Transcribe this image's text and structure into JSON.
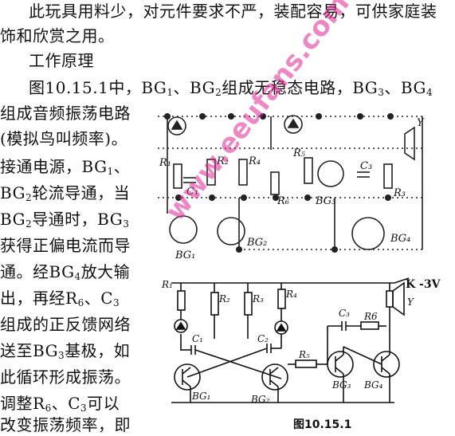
{
  "text": {
    "l1": "此玩具用料少，对元件要求不严，装配容易，可供家庭装",
    "l2": "饰和欣赏之用。",
    "heading": "工作原理",
    "l4a": "图10.15.1中，BG",
    "l4b": "、BG",
    "l4c": "组成无稳态电路，BG",
    "l4d": "、BG",
    "l5a": "组成音频振荡电路",
    "l6": "(模拟鸟叫频率)。",
    "l7a": "接通电源，BG",
    "l7b": "、",
    "l8a": "BG",
    "l8b": "轮流导通，当",
    "l9a": "BG",
    "l9b": "导通时，BG",
    "l10": "获得正偏电流而导",
    "l11": "通。经BG",
    "l11b": "放大输",
    "l12a": "出，再经R",
    "l12b": "、C",
    "l13": "组成的正反馈网络",
    "l14a": "送至BG",
    "l14b": "基极，如",
    "l15": "此循环形成振荡。",
    "l16a": "调整R",
    "l16b": "、C",
    "l16c": "可以",
    "l17": "改变振荡频率，即",
    "s1": "1",
    "s2": "2",
    "s3": "3",
    "s4": "4",
    "s6": "6"
  },
  "figure": {
    "caption": "图10.15.1",
    "photo_labels": {
      "R1": "R₁",
      "C1": "C₁",
      "R2": "R₂",
      "R4": "R₄",
      "R5": "R₅",
      "C3": "C₃",
      "R3": "R₃",
      "R6": "R₆",
      "Y": "Y",
      "BG1": "BG₁",
      "BG2": "BG₂",
      "BG3": "BG₃",
      "BG4": "BG₄"
    },
    "schematic_labels": {
      "K": "K  -3V",
      "R1": "R₁",
      "R2": "R₂",
      "R3": "R₃",
      "R4": "R₄",
      "C1": "C₁",
      "C2": "C₂",
      "C3": "C₃",
      "R5": "R₅",
      "R6": "R6",
      "Y": "Y",
      "BG1": "BG₁",
      "BG2": "BG₂",
      "BG3": "BG₃",
      "BG4": "BG₄"
    }
  },
  "watermark": "www.eeufans.com"
}
